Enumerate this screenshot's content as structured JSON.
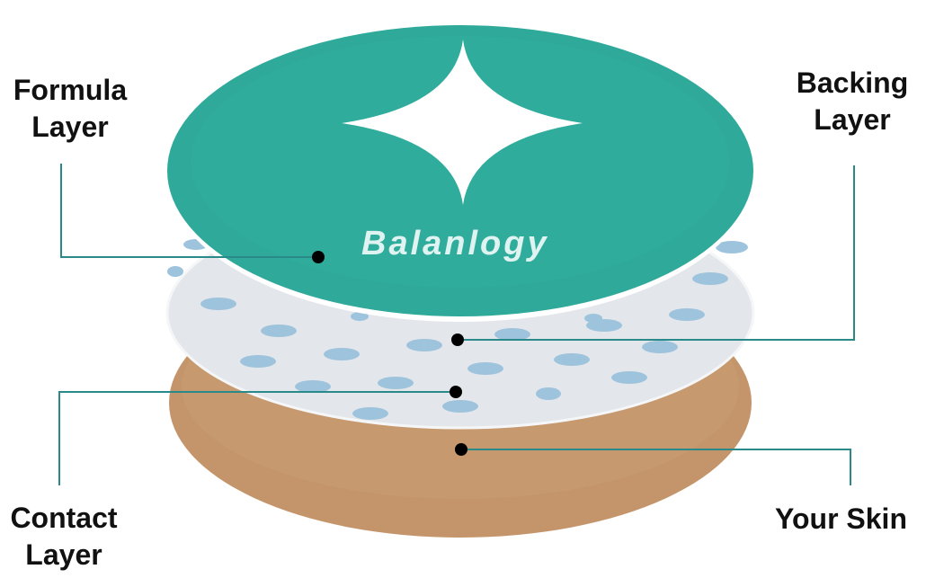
{
  "brand": {
    "name": "Balanlogy"
  },
  "labels": {
    "formula": {
      "line1": "Formula",
      "line2": "Layer"
    },
    "backing": {
      "line1": "Backing",
      "line2": "Layer"
    },
    "contact": {
      "line1": "Contact",
      "line2": "Layer"
    },
    "skin": {
      "line1": "Your Skin"
    }
  },
  "colors": {
    "formula_layer": "#2ea99a",
    "backing_layer": "#e3e6ea",
    "backing_dots": "#9ec3dc",
    "skin_layer": "#c4956a",
    "leader_lines": "#2a8a8a",
    "markers": "#000000",
    "star": "#ffffff"
  },
  "icons": {
    "center_mark": "four-point-star-icon"
  }
}
